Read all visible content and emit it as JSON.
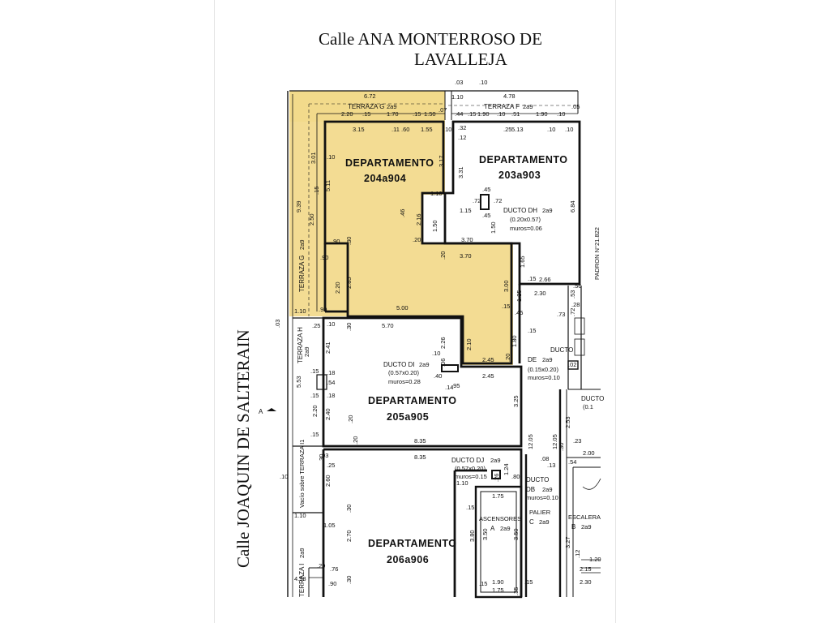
{
  "streets": {
    "north_line1": "Calle ANA MONTERROSO DE",
    "north_line2": "LAVALLEJA",
    "west": "Calle JOAQUIN DE SALTERAIN"
  },
  "padron": "PADRON N°21.822",
  "units": [
    {
      "name": "DEPARTAMENTO",
      "code": "204a904"
    },
    {
      "name": "DEPARTAMENTO",
      "code": "203a903"
    },
    {
      "name": "DEPARTAMENTO",
      "code": "205a905"
    },
    {
      "name": "DEPARTAMENTO",
      "code": "206a906"
    }
  ],
  "terraces": {
    "g_top": "TERRAZA G",
    "g_top_floors": "2a9",
    "f_top": "TERRAZA F",
    "f_top_floors": "2a9",
    "g_side": "TERRAZA G",
    "g_side_floors": "2a9",
    "h_side": "TERRAZA H",
    "h_side_floors": "2a9",
    "i_side": "TERRAZA I",
    "i_side_floors": "2a9",
    "void": "Vacío sobre TERRAZA I1"
  },
  "ducts": {
    "dh_name": "DUCTO DH",
    "dh_floors": "2a9",
    "dh_size": "(0.20x0.57)",
    "dh_walls": "muros=0.06",
    "di_name": "DUCTO DI",
    "di_floors": "2a9",
    "di_size": "(0.57x0.20)",
    "di_walls": "muros=0.28",
    "de_name": "DUCTO",
    "de_code": "DE",
    "de_floors": "2a9",
    "de_size": "(0.15x0.20)",
    "de_walls": "muros=0.10",
    "dj_name": "DUCTO DJ",
    "dj_floors": "2a9",
    "dj_size": "(0.57x0.20)",
    "dj_walls": "muros=0.15",
    "db_name": "DUCTO",
    "db_code": "DB",
    "db_floors": "2a9",
    "db_walls": "muros=0.10",
    "right_partial": "DUCTO",
    "right_partial_size": "(0.1"
  },
  "common": {
    "asc_label": "ASCENSORES",
    "asc_code": "A",
    "asc_floors": "2a9",
    "palier_label": "PALIER",
    "palier_code": "C",
    "palier_floors": "2a9",
    "escalera_label": "ESCALERA",
    "escalera_code": "B",
    "escalera_floors": "2a9"
  },
  "marker": "A",
  "colors": {
    "highlight": "#f2d98a",
    "line": "#111111"
  },
  "dimensions": {
    "d_672": "6.72",
    "d_478": "4.78",
    "d_220": "2.20",
    "d_15a": ".15",
    "d_170": "1.70",
    "d_15b": ".15",
    "d_150": "1.50",
    "d_07": ".07",
    "d_110": "1.10",
    "d_44": ".44",
    "d_15c": ".15",
    "d_190a": "1.90",
    "d_10a": ".10",
    "d_51": ".51",
    "d_190b": "1.90",
    "d_10b": ".10",
    "d_05": ".05",
    "d_03a": ".03",
    "d_10c": ".10",
    "d_315": "3.15",
    "d_60": ".60",
    "d_155": "1.55",
    "d_32": ".32",
    "d_12": ".12",
    "d_513": "5.13",
    "d_301": "3.01",
    "d_511": "5.11",
    "d_939": "9.39",
    "d_250": "2.50",
    "d_317": "3.17",
    "d_331": "3.31",
    "d_684": "6.84",
    "d_110b": "1.10",
    "d_115": "1.15",
    "d_72a": ".72",
    "d_72b": ".72",
    "d_45a": ".45",
    "d_45b": ".45",
    "d_216": "2.16",
    "d_150b": "1.50",
    "d_150c": "1.50",
    "d_370a": "3.70",
    "d_370b": "3.70",
    "d_165": "1.65",
    "d_266": "2.66",
    "d_90a": ".90",
    "d_30a": ".30",
    "d_90b": ".90",
    "d_220b": "2.20",
    "d_285": "2.85",
    "d_300": "3.00",
    "d_230": "2.30",
    "d_125": "1.25",
    "d_45c": ".45",
    "d_500": "5.00",
    "d_110c": "1.10",
    "d_90c": ".90",
    "d_570": "5.70",
    "d_210": "2.10",
    "d_226": "2.26",
    "d_180": "1.80",
    "d_245a": "2.45",
    "d_245b": "2.45",
    "d_241": "2.41",
    "d_553": "5.53",
    "d_240": "2.40",
    "d_220c": "2.20",
    "d_325": "3.25",
    "d_835a": "8.35",
    "d_835b": "8.35",
    "d_1205a": "12.05",
    "d_1205b": "12.05",
    "d_253": "2.53",
    "d_200": "2.00",
    "d_260": "2.60",
    "d_124": "1.24",
    "d_110d": "1.10",
    "d_80": ".80",
    "d_175a": "1.75",
    "d_175b": "1.75",
    "d_380": "3.80",
    "d_350a": "3.50",
    "d_350b": "3.50",
    "d_105": "1.05",
    "d_270": "2.70",
    "d_498": "4.98",
    "d_190c": "1.90",
    "d_215": "2.15",
    "d_230b": "2.30",
    "d_327": "3.27",
    "d_110e": "1.10",
    "d_56": ".56",
    "d_53": ".53",
    "d_28": ".28",
    "d_73": ".73",
    "d_72c": ".72",
    "d_95": ".95",
    "d_54": ".54",
    "d_29": ".29",
    "d_76": ".76",
    "d_90d": ".90",
    "d_35": ".35",
    "d_20a": ".20",
    "d_20b": ".20",
    "d_20c": ".20",
    "d_20d": ".20",
    "d_20e": ".20",
    "d_15d": ".15",
    "d_15e": ".15",
    "d_15f": ".15",
    "d_15g": ".15",
    "d_15h": ".15",
    "d_15i": ".15",
    "d_15j": ".15",
    "d_15k": ".15",
    "d_15l": ".15",
    "d_15m": ".15",
    "d_10d": ".10",
    "d_10e": ".10",
    "d_10f": ".10",
    "d_10g": ".10",
    "d_10h": ".10",
    "d_10i": ".10",
    "d_10j": ".10",
    "d_25a": ".25",
    "d_25b": ".25",
    "d_25c": ".25",
    "d_30b": ".30",
    "d_30c": ".30",
    "d_30d": ".30",
    "d_30e": ".30",
    "d_30f": ".30",
    "d_40": ".40",
    "d_14": ".14",
    "d_06": ".06",
    "d_18a": ".18",
    "d_18b": ".18",
    "d_54b": ".54",
    "d_08": ".08",
    "d_13": ".13",
    "d_23": ".23",
    "d_12b": ".12",
    "d_26": ".26",
    "d_03b": ".03",
    "d_03c": ".03",
    "d_120": "1.20",
    "d_02": ".02",
    "d_46": ".46",
    "d_11": ".11"
  }
}
